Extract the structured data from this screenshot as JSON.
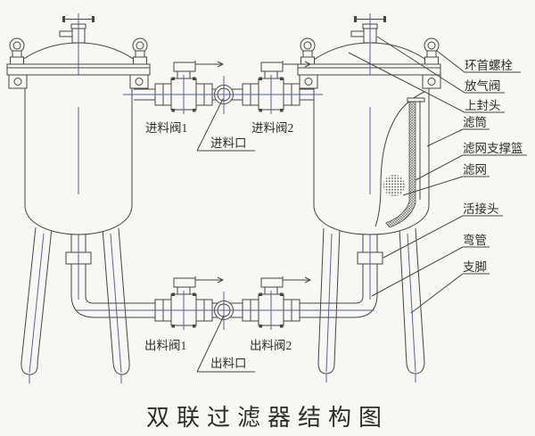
{
  "diagram": {
    "title": "双联过滤器结构图",
    "right_labels": {
      "eye_bolt": "环首螺栓",
      "vent_valve": "放气阀",
      "upper_head": "上封头",
      "filter_cartridge": "滤筒",
      "mesh_support_basket": "滤网支撑篮",
      "filter_mesh": "滤网",
      "union_joint": "活接头",
      "elbow_pipe": "弯管",
      "support_leg": "支脚"
    },
    "inlet": {
      "valve1": "进料阀1",
      "valve2": "进料阀2",
      "port": "进料口"
    },
    "outlet": {
      "valve1": "出料阀1",
      "valve2": "出料阀2",
      "port": "出料口"
    }
  },
  "colors": {
    "line": "#454545",
    "centerline": "#5a5ea6",
    "background": "#f7f7f3",
    "text": "#2d2d2d"
  }
}
